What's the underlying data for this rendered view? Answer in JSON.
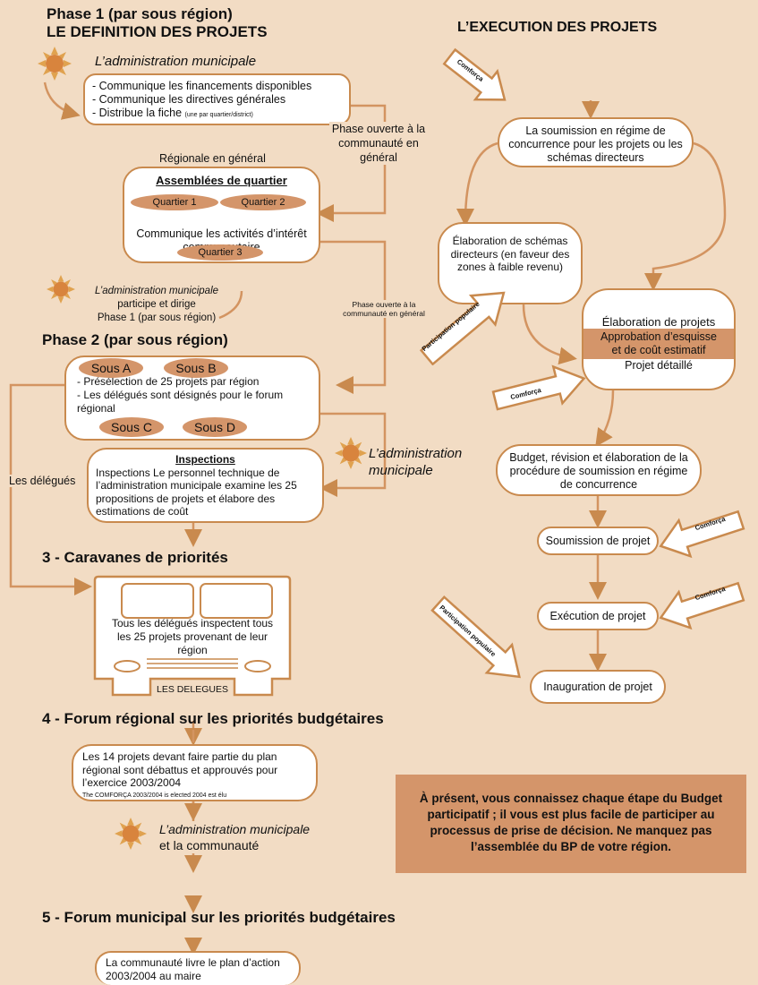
{
  "phase1": {
    "title_line1": "Phase 1 (par sous région)",
    "title_line2": "LE DEFINITION DES PROJETS",
    "admin_label": "L’administration municipale",
    "admin_items": [
      "- Communique les financements disponibles",
      "- Communique les directives générales",
      "- Distribue la fiche"
    ],
    "admin_item3_small": "(une par quartier/district)",
    "open_phase": "Phase ouverte à la communauté en général",
    "regional_label": "Régionale en général",
    "assembly_title": "Assemblées de quartier",
    "quartiers": [
      "Quartier 1",
      "Quartier 2",
      "Quartier 3"
    ],
    "assembly_text": "Communique les activités d’intérêt communautaire",
    "admin2_label": "L’administration municipale",
    "admin2_line2": "participe et dirige",
    "admin2_line3": "Phase 1 (par sous région)",
    "open_phase2": "Phase ouverte à la communauté en général"
  },
  "phase2": {
    "title": "Phase 2 (par sous région)",
    "subs": [
      "Sous A",
      "Sous B",
      "Sous C",
      "Sous D"
    ],
    "text1": "- Présélection de 25 projets par région",
    "text2": "- Les délégués sont désignés pour le forum régional",
    "admin_label": "L’administration municipale",
    "delegates_label": "Les délégués",
    "inspections_title": "Inspections",
    "inspections_text": "Inspections Le personnel technique de l’administration municipale examine les 25 propositions de projets et élabore des estimations de coût"
  },
  "phase3": {
    "title": "3 - Caravanes de priorités",
    "bus_text": "Tous les délégués inspectent tous les 25 projets provenant de leur région",
    "bus_label": "LES DELEGUES"
  },
  "phase4": {
    "title": "4 - Forum régional sur les priorités budgétaires",
    "text": "Les 14 projets devant faire partie du plan régional sont débattus et approuvés pour l’exercice 2003/2004",
    "small": "The COMFORÇA 2003/2004 is elected 2004 est élu",
    "admin_label": "L’administration municipale",
    "admin_line2": "et la communauté"
  },
  "phase5": {
    "title": "5 - Forum municipal sur les priorités budgétaires",
    "text": "La communauté livre le plan d’action 2003/2004 au maire"
  },
  "execution": {
    "title": "L’EXECUTION DES PROJETS",
    "comforca": "Comforça",
    "participation": "Participation populaire",
    "soumission_concurrence": "La soumission en régime de concurrence pour les projets ou les schémas directeurs",
    "schemas": "Élaboration de schémas directeurs (en faveur des zones à faible revenu)",
    "elab_projets": "Élaboration de projets",
    "approbation": "Approbation d’esquisse et de coût estimatif",
    "projet_detaille": "Projet détaillé",
    "budget": "Budget, révision et élaboration de la procédure de soumission en régime de concurrence",
    "soumission_projet": "Soumission de projet",
    "execution_projet": "Exécution de projet",
    "inauguration": "Inauguration de projet"
  },
  "note": "À présent, vous connaissez chaque étape du Budget participatif ; il vous est plus facile de participer au processus de prise de décision. Ne manquez pas l’assemblée du BP de votre région.",
  "colors": {
    "background": "#f2dcc4",
    "accent": "#d4956a",
    "border": "#c98a4e"
  },
  "icons": [
    "sun-icon",
    "arrow-icon",
    "bus-icon"
  ]
}
